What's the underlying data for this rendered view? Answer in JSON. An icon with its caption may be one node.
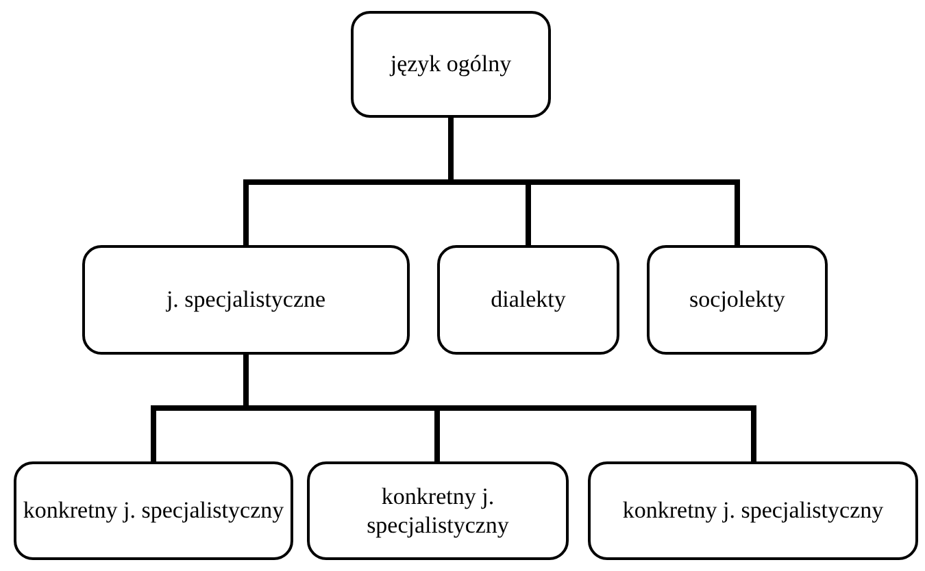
{
  "diagram": {
    "nodes": [
      {
        "text": [
          "język ogólny"
        ]
      },
      {
        "text": [
          "j. specjalistyczne"
        ]
      },
      {
        "text": [
          "dialekty"
        ]
      },
      {
        "text": [
          "socjolekty"
        ]
      },
      {
        "text": [
          "konkretny j. specjalistyczny"
        ]
      },
      {
        "text": [
          "konkretny j. specjalistyczny"
        ]
      },
      {
        "text": [
          "konkretny j. specjalistyczny"
        ]
      }
    ],
    "edges": [
      {
        "from": 0,
        "to": 1,
        "arrow": "none"
      },
      {
        "from": 0,
        "to": 2,
        "arrow": "none"
      },
      {
        "from": 0,
        "to": 3,
        "arrow": "none"
      },
      {
        "from": 1,
        "to": 4,
        "arrow": "none"
      },
      {
        "from": 1,
        "to": 5,
        "arrow": "none"
      },
      {
        "from": 1,
        "to": 6,
        "arrow": "none"
      }
    ]
  }
}
